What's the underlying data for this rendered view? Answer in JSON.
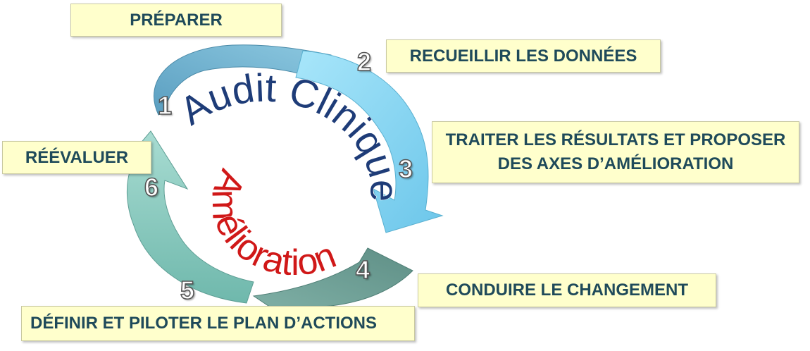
{
  "steps": [
    {
      "num": "1",
      "label": "PRÉPARER"
    },
    {
      "num": "2",
      "label": "RECUEILLIR LES DONNÉES"
    },
    {
      "num": "3",
      "label_line1": "TRAITER LES RÉSULTATS ET PROPOSER",
      "label_line2": "DES AXES D’AMÉLIORATION"
    },
    {
      "num": "4",
      "label": "CONDUIRE LE CHANGEMENT"
    },
    {
      "num": "5",
      "label": "DÉFINIR ET PILOTER LE PLAN D’ACTIONS"
    },
    {
      "num": "6",
      "label": "RÉÉVALUER"
    }
  ],
  "center": {
    "top_arc_text": "Audit Clinique",
    "bottom_arc_text": "Amélioration"
  },
  "colors": {
    "arrow_prep": "#6fb0cc",
    "arrow_recue": "#8fdcf4",
    "arrow_cond": "#6e9d94",
    "arrow_reeval": "#86c8bd",
    "top_text": "#1e3c78",
    "bottom_text": "#d01818",
    "box_fill": "#ffffcc"
  }
}
